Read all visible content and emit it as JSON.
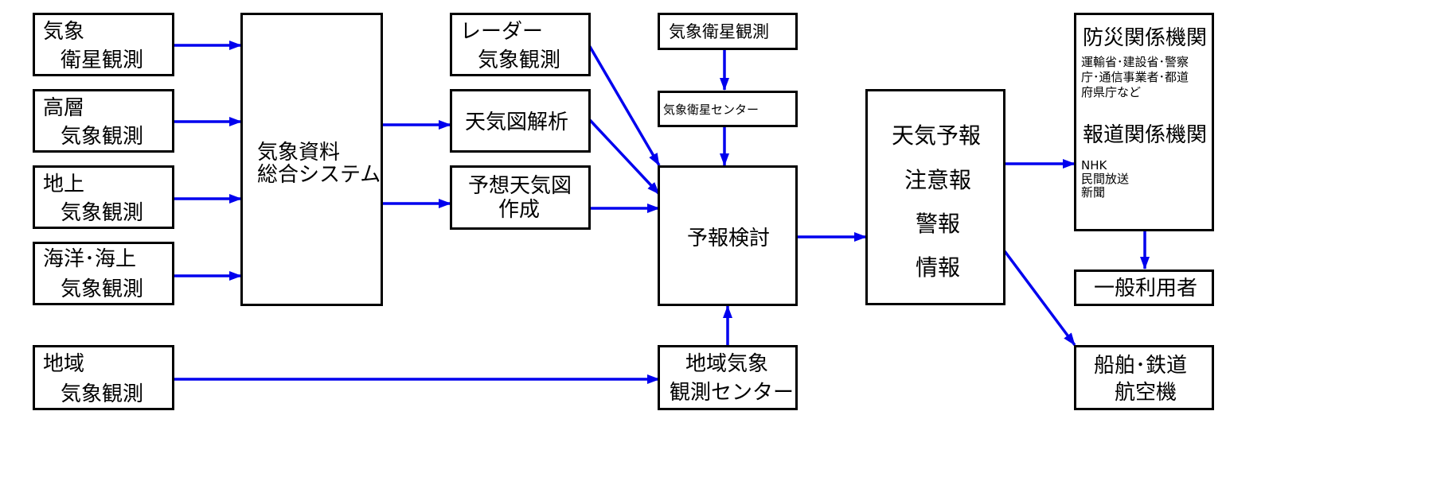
{
  "obs": {
    "satellite": {
      "line1": "気象",
      "line2": "衛星観測"
    },
    "upper_air": {
      "line1": "高層",
      "line2": "気象観測"
    },
    "surface": {
      "line1": "地上",
      "line2": "気象観測"
    },
    "marine": {
      "line1": "海洋･海上",
      "line2": "気象観測"
    },
    "regional": {
      "line1": "地域",
      "line2": "気象観測"
    }
  },
  "system": {
    "line1": "気象資料",
    "line2": "総合システム"
  },
  "radar": {
    "line1": "レーダー",
    "line2": "気象観測"
  },
  "analysis": {
    "label": "天気図解析"
  },
  "forecast_map": {
    "line1": "予想天気図",
    "line2": "作成"
  },
  "sat_obs": {
    "label": "気象衛星観測"
  },
  "sat_center": {
    "label": "気象衛星センター"
  },
  "review": {
    "label": "予報検討"
  },
  "regional_center": {
    "line1": "地域気象",
    "line2": "観測センター"
  },
  "products": {
    "line1": "天気予報",
    "line2": "注意報",
    "line3": "警報",
    "line4": "情報"
  },
  "disaster": {
    "title": "防災関係機関",
    "line1": "運輸省･建設省･警察",
    "line2": "庁･通信事業者･都道",
    "line3": "府県庁など"
  },
  "media": {
    "title": "報道関係機関",
    "line1": "NHK",
    "line2": "民間放送",
    "line3": "新聞"
  },
  "public": {
    "label": "一般利用者"
  },
  "transport": {
    "line1": "船舶･鉄道",
    "line2": "航空機"
  },
  "colors": {
    "arrow": "#0000ee",
    "border": "#000000"
  }
}
